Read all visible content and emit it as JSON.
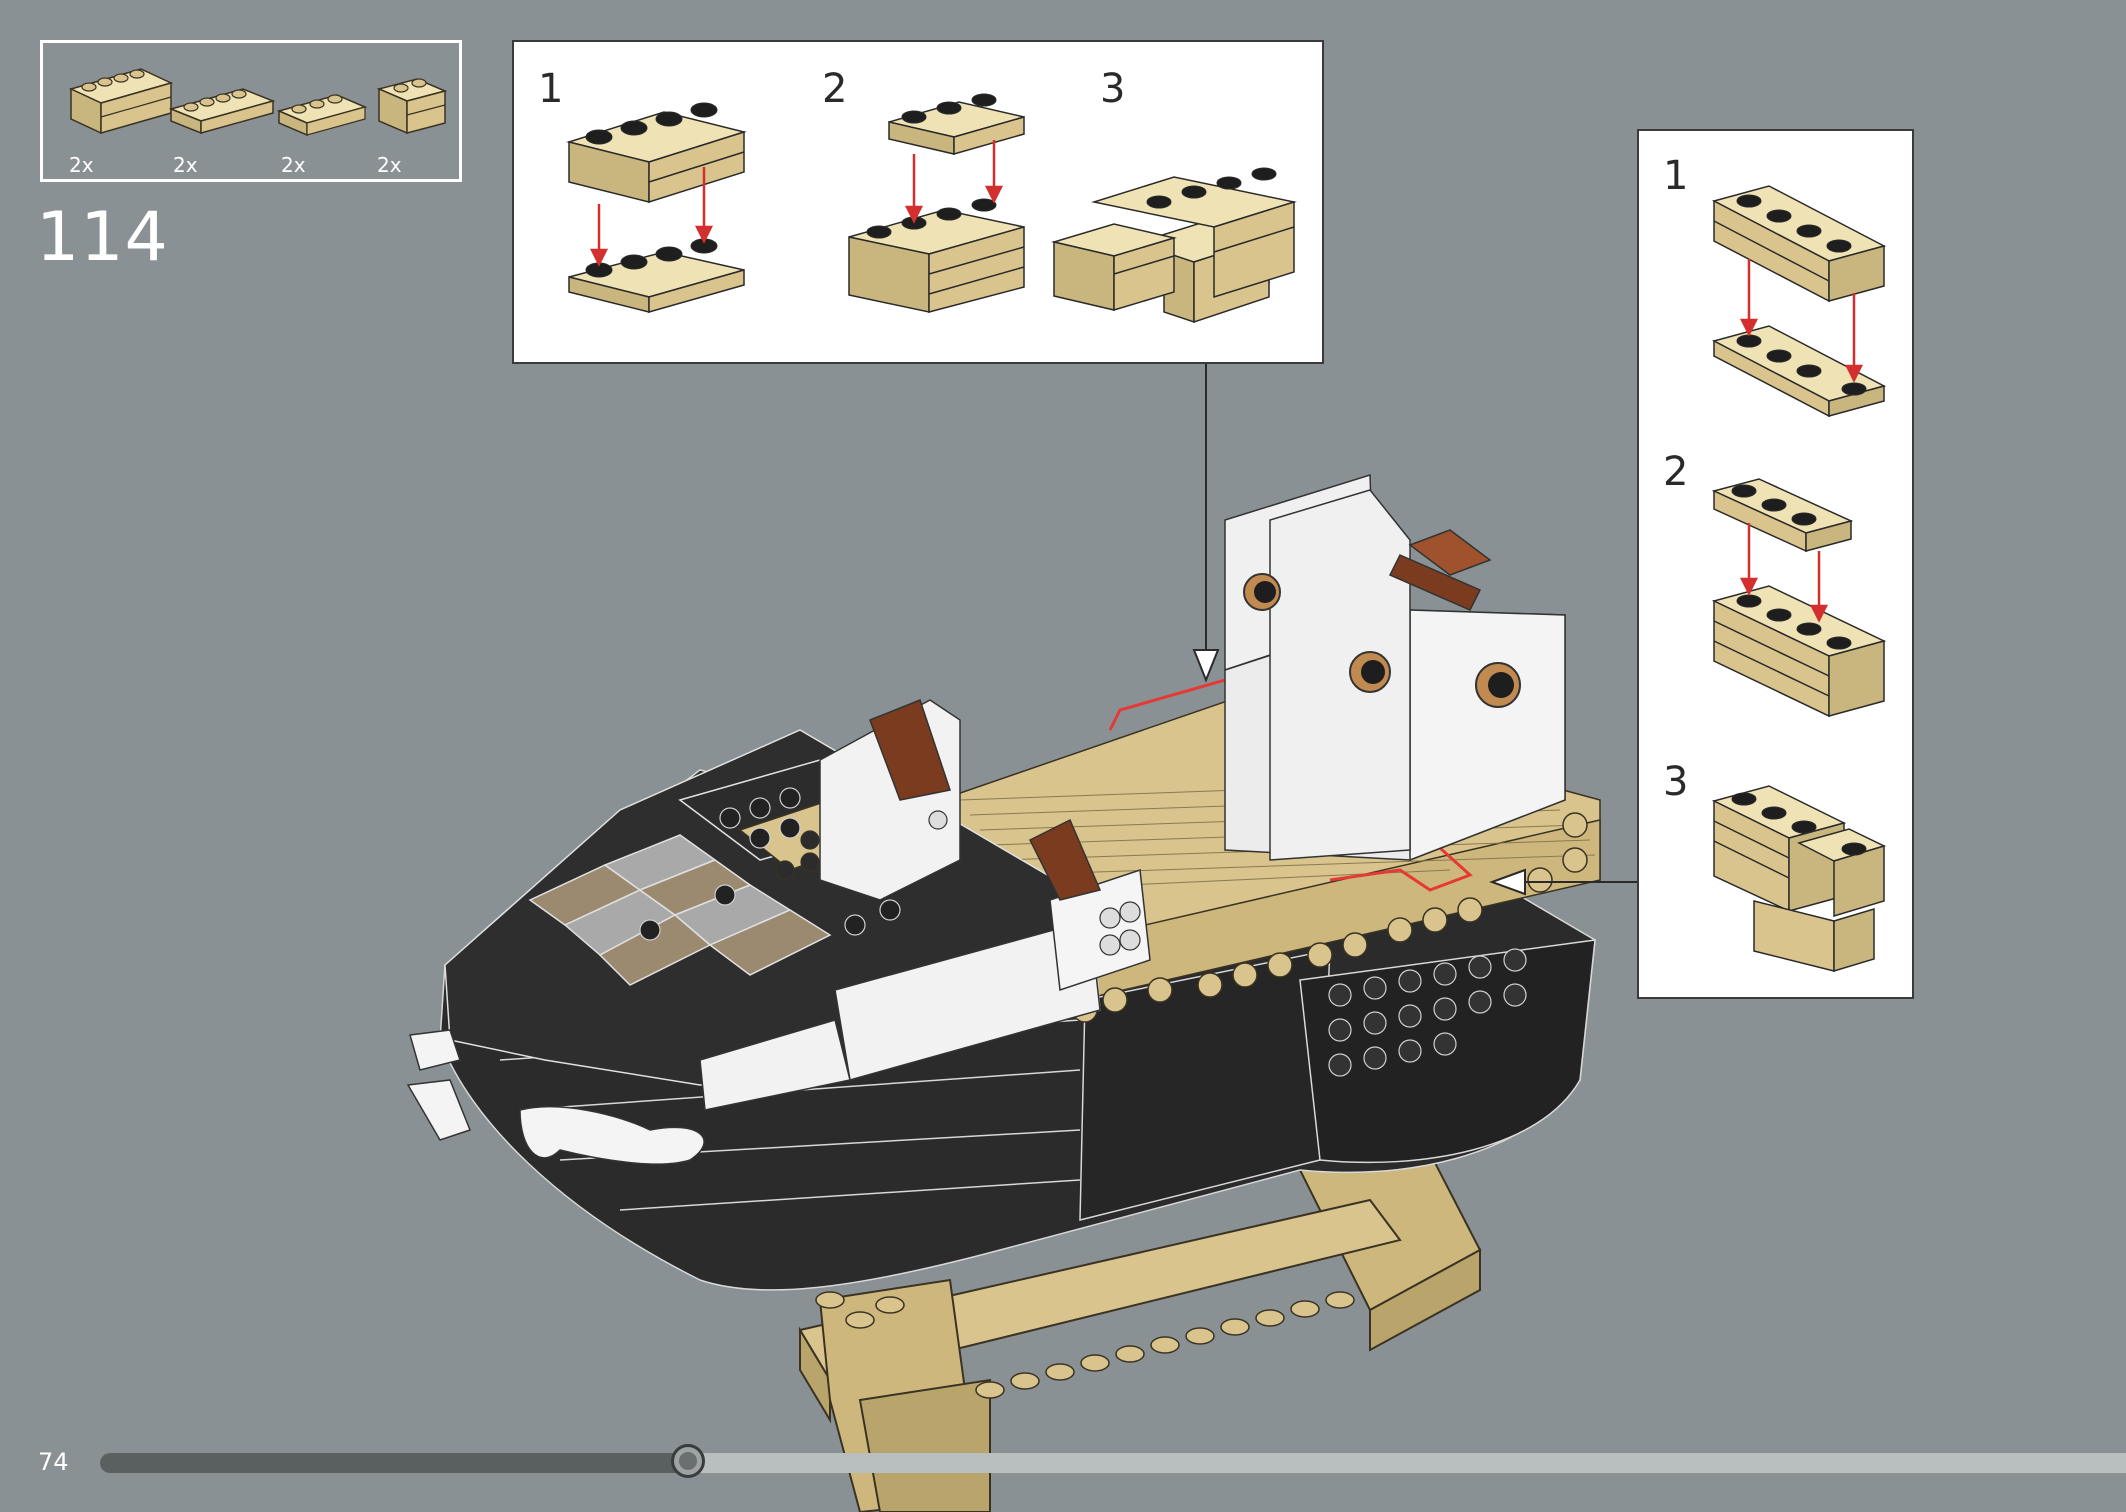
{
  "step": {
    "number": "114"
  },
  "parts_list": {
    "items": [
      {
        "name": "tan-brick-1x4-with-groove",
        "qty": "2x"
      },
      {
        "name": "tan-plate-1x4",
        "qty": "2x"
      },
      {
        "name": "tan-plate-1x3",
        "qty": "2x"
      },
      {
        "name": "tan-brick-1x2-with-groove",
        "qty": "2x"
      }
    ]
  },
  "callout_top": {
    "substeps": [
      {
        "label": "1"
      },
      {
        "label": "2"
      },
      {
        "label": "3"
      }
    ]
  },
  "callout_right": {
    "substeps": [
      {
        "label": "1"
      },
      {
        "label": "2"
      },
      {
        "label": "3"
      }
    ]
  },
  "footer": {
    "page_number": "74",
    "progress_fraction": 0.29
  },
  "colors": {
    "background": "#8a9194",
    "tan": "#d8c48c",
    "black_brick": "#2a2a2a",
    "reddish_brown": "#7a3b1f",
    "arrow_red": "#d32f2f",
    "highlight_red": "#e53935"
  }
}
